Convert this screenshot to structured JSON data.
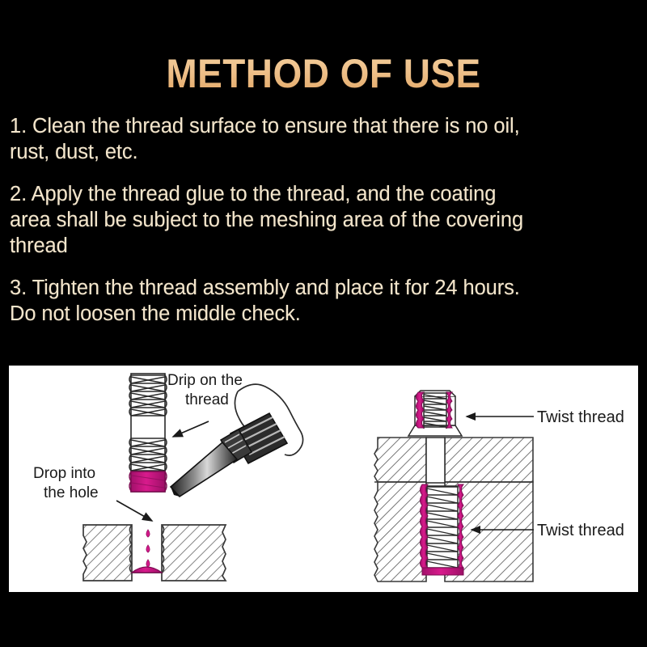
{
  "page": {
    "background_color": "#000000",
    "title_color": "#edbe85",
    "body_text_color": "#f4e6cc",
    "glue_color": "#cc1a84",
    "panel_background": "#ffffff",
    "line_color": "#1a1a1a"
  },
  "header": {
    "title": "METHOD OF USE"
  },
  "instructions": {
    "steps": [
      "1. Clean the thread surface to ensure that there is no oil,\nrust, dust, etc.",
      "2. Apply the thread glue to the thread, and the coating\narea shall be subject to the meshing area of the covering\nthread",
      "3. Tighten the thread assembly and place it for 24 hours.\nDo not loosen the middle check."
    ]
  },
  "diagram": {
    "left": {
      "label_drip_line1": "Drip on the",
      "label_drip_line2": "thread",
      "label_drop_line1": "Drop into",
      "label_drop_line2": "the hole"
    },
    "right": {
      "label_twist_top": "Twist thread",
      "label_twist_bottom": "Twist thread"
    }
  }
}
